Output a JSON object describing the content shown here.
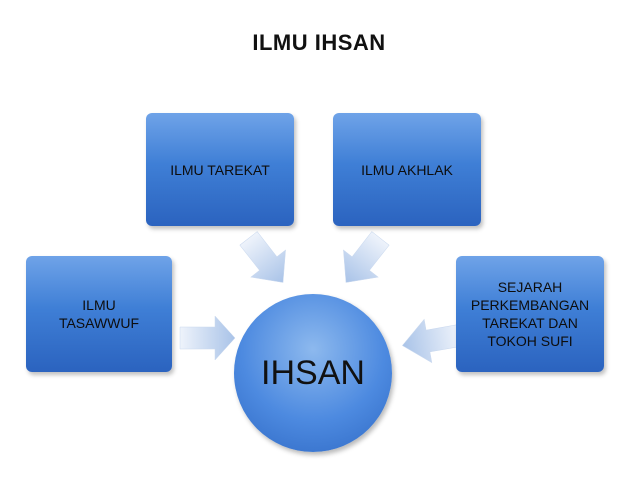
{
  "title": "ILMU IHSAN",
  "center": {
    "label": "IHSAN"
  },
  "nodes": {
    "tasawwuf": {
      "lines": [
        "ILMU",
        "TASAWWUF"
      ]
    },
    "tarekat": {
      "lines": [
        "ILMU TAREKAT"
      ]
    },
    "akhlak": {
      "lines": [
        "ILMU AKHLAK"
      ]
    },
    "sejarah": {
      "lines": [
        "SEJARAH",
        "PERKEMBANGAN",
        "TAREKAT DAN",
        "TOKOH SUFI"
      ]
    }
  },
  "colors": {
    "box_top": "#6fa3e8",
    "box_bottom": "#2b63bf",
    "arrow_light": "#e3ecf8",
    "arrow_dark": "#9fbbe3"
  }
}
